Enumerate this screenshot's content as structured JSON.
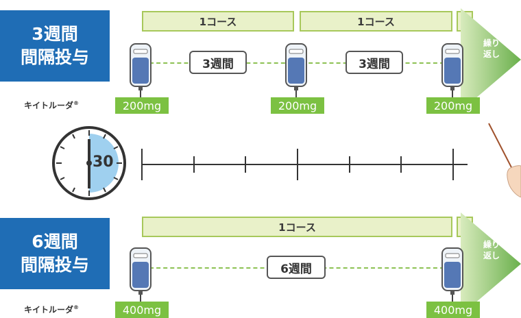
{
  "q3w": {
    "title_line1": "3週間",
    "title_line2": "間隔投与",
    "course_label": "1コース",
    "interval_label": "3週間",
    "dose": "200mg",
    "repeat_line1": "繰り",
    "repeat_line2": "返し"
  },
  "q6w": {
    "title_line1": "6週間",
    "title_line2": "間隔投与",
    "course_label": "1コース",
    "interval_label": "6週間",
    "dose": "400mg",
    "repeat_line1": "繰り",
    "repeat_line2": "返し"
  },
  "drug_name": "キイトルーダ",
  "registered_mark": "®",
  "clock": {
    "minutes": "30"
  },
  "colors": {
    "blue": "#1f6db5",
    "green": "#7cc142",
    "course_fill": "#e9f1c9",
    "clock_fill": "#9fd0ef"
  }
}
